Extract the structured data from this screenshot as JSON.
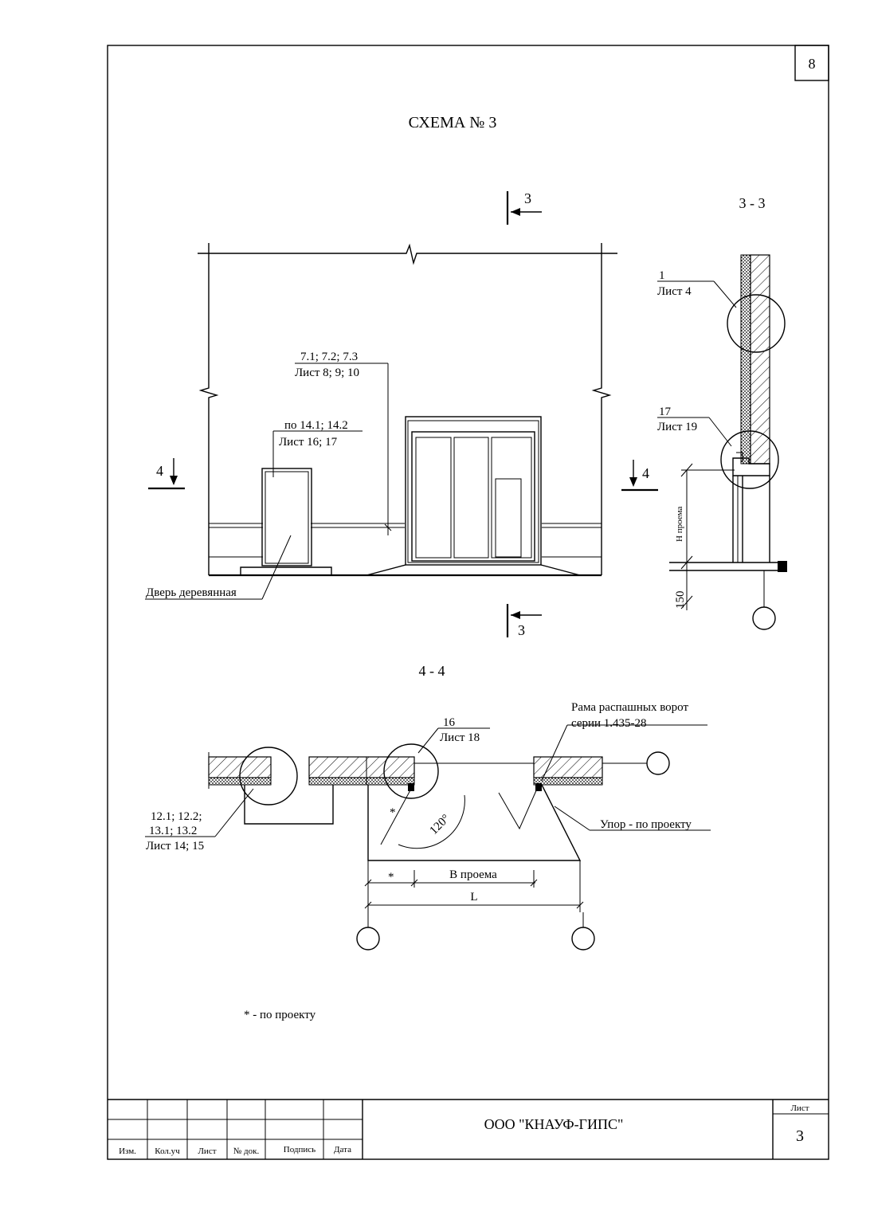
{
  "sheet": {
    "corner_number": "8",
    "title": "СХЕМА № 3"
  },
  "elevation": {
    "section_3_top": "3",
    "section_3_bottom": "3",
    "section_4_left": "4",
    "section_4_right": "4",
    "callout_windows_line1": "7.1; 7.2; 7.3",
    "callout_windows_line2": "Лист 8; 9; 10",
    "callout_door_line1": "по 14.1; 14.2",
    "callout_door_line2": "Лист 16; 17",
    "door_label": "Дверь деревянная"
  },
  "section_3_3": {
    "title": "3 - 3",
    "callout1_line1": "1",
    "callout1_line2": "Лист 4",
    "callout17_line1": "17",
    "callout17_line2": "Лист 19",
    "h_label": "Н проема",
    "dim_150": "150"
  },
  "section_4_4": {
    "title": "4 - 4",
    "frame_line1": "Рама распашных ворот",
    "frame_line2": "серии 1.435-28",
    "callout16_line1": "16",
    "callout16_line2": "Лист 18",
    "left_line1": "12.1; 12.2;",
    "left_line2": "13.1; 13.2",
    "left_line3": "Лист 14; 15",
    "stop_label": "Упор - по проекту",
    "angle": "120°",
    "star": "*",
    "star_dim": "*",
    "b_label": "В проема",
    "l_label": "L"
  },
  "note": "* - по проекту",
  "title_block": {
    "col_izm": "Изм.",
    "col_kol": "Кол.уч",
    "col_list": "Лист",
    "col_ndok": "№ док.",
    "col_podp": "Подпись",
    "col_data": "Дата",
    "company": "ООО \"КНАУФ-ГИПС\"",
    "sheet_label": "Лист",
    "sheet_number": "3"
  }
}
